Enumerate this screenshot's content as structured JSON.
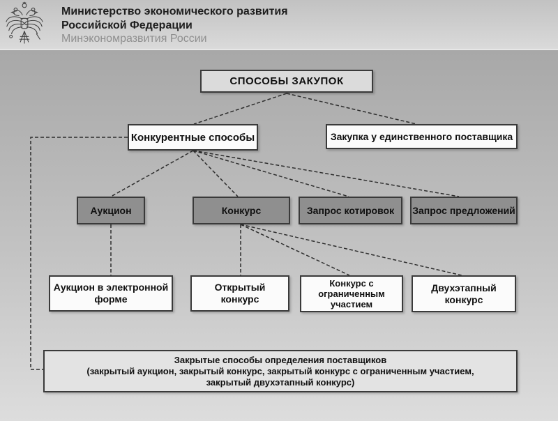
{
  "header": {
    "emblem": "russian-coat-of-arms-icon",
    "ministry_name_line1": "Министерство экономического развития",
    "ministry_name_line2": "Российской Федерации",
    "ministry_short_name": "Минэкономразвития России"
  },
  "diagram": {
    "type": "org-chart",
    "root": {
      "label": "СПОСОБЫ ЗАКУПОК"
    },
    "level2": {
      "competitive": {
        "label": "Конкурентные способы"
      },
      "single_supplier": {
        "label": "Закупка у единственного поставщика"
      }
    },
    "level3": {
      "auction": {
        "label": "Аукцион"
      },
      "tender": {
        "label": "Конкурс"
      },
      "quotation_request": {
        "label": "Запрос котировок"
      },
      "proposal_request": {
        "label": "Запрос предложений"
      }
    },
    "level4": {
      "electronic_auction": {
        "label": "Аукцион в электронной форме"
      },
      "open_tender": {
        "label": "Открытый конкурс"
      },
      "limited_participation_tender": {
        "label": "Конкурс с ограниченным участием"
      },
      "two_stage_tender": {
        "label": "Двухэтапный конкурс"
      }
    },
    "closed_methods": {
      "line1": "Закрытые способы определения поставщиков",
      "line2": "(закрытый аукцион, закрытый конкурс, закрытый конкурс с ограниченным участием,",
      "line3": "закрытый двухэтапный конкурс)"
    },
    "edges": [
      "root->competitive",
      "root->single_supplier",
      "competitive->auction",
      "competitive->tender",
      "competitive->quotation_request",
      "competitive->proposal_request",
      "auction->electronic_auction",
      "tender->open_tender",
      "tender->limited_participation_tender",
      "tender->two_stage_tender",
      "competitive->closed_methods"
    ],
    "colors": {
      "dark_node_fill": "#8f8f8f",
      "light_node_fill": "#fbfbfb",
      "root_node_fill": "#dbdbdb",
      "closed_node_fill": "#e3e3e3",
      "node_border": "#3a3a3a",
      "connector": "#2d2d2d"
    }
  }
}
